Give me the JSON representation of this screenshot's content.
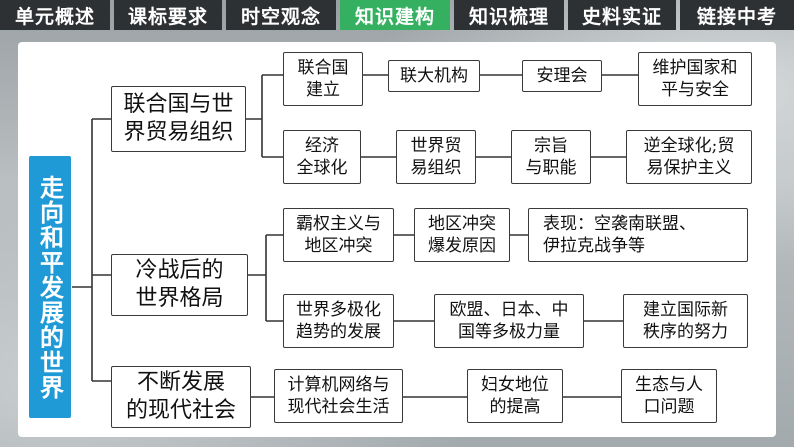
{
  "tabs": [
    {
      "label": "单元概述",
      "active": false
    },
    {
      "label": "课标要求",
      "active": false
    },
    {
      "label": "时空观念",
      "active": false
    },
    {
      "label": "知识建构",
      "active": true
    },
    {
      "label": "知识梳理",
      "active": false
    },
    {
      "label": "史料实证",
      "active": false
    },
    {
      "label": "链接中考",
      "active": false
    }
  ],
  "colors": {
    "tab_bg": "#2e3133",
    "tab_active": "#35b060",
    "title_bg": "#1f9ad6"
  },
  "diagram": {
    "title": "走向和平发展的世界",
    "branches": [
      {
        "label": "联合国与世\n界贸易组织",
        "rows": [
          [
            "联合国\n建立",
            "联大机构",
            "安理会",
            "维护国家和\n平与安全"
          ],
          [
            "经济\n全球化",
            "世界贸\n易组织",
            "宗旨\n与职能",
            "逆全球化;贸\n易保护主义"
          ]
        ]
      },
      {
        "label": "冷战后的\n世界格局",
        "rows": [
          [
            "霸权主义与\n地区冲突",
            "地区冲突\n爆发原因",
            "表现：空袭南联盟、\n伊拉克战争等"
          ],
          [
            "世界多极化\n趋势的发展",
            "欧盟、日本、中\n国等多极力量",
            "建立国际新\n秩序的努力"
          ]
        ]
      },
      {
        "label": "不断发展\n的现代社会",
        "rows": [
          [
            "计算机网络与\n现代社会生活",
            "妇女地位\n的提高",
            "生态与人\n口问题"
          ]
        ]
      }
    ]
  }
}
